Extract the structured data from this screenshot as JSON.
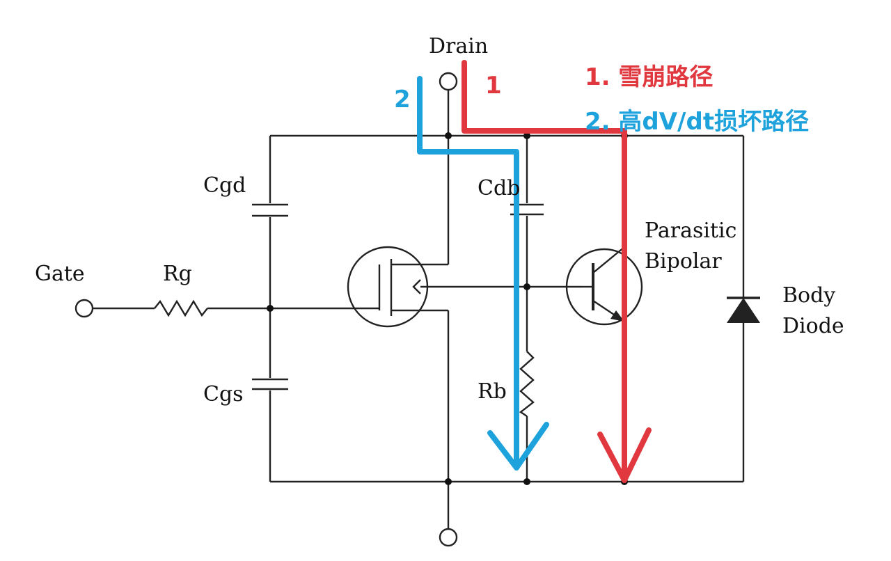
{
  "labels": {
    "drain": "Drain",
    "gate": "Gate",
    "rg": "Rg",
    "cgd": "Cgd",
    "cgs": "Cgs",
    "cdb": "Cdb",
    "rb": "Rb",
    "parasitic": "Parasitic",
    "bipolar": "Bipolar",
    "body": "Body",
    "diode": "Diode"
  },
  "paths": {
    "avalanche": {
      "number": "1",
      "legend": "1. 雪崩路径",
      "color": "#e0383e"
    },
    "dvdt": {
      "number": "2",
      "legend": "2. 高dV/dt损坏路径",
      "color": "#1ea2dc"
    }
  }
}
